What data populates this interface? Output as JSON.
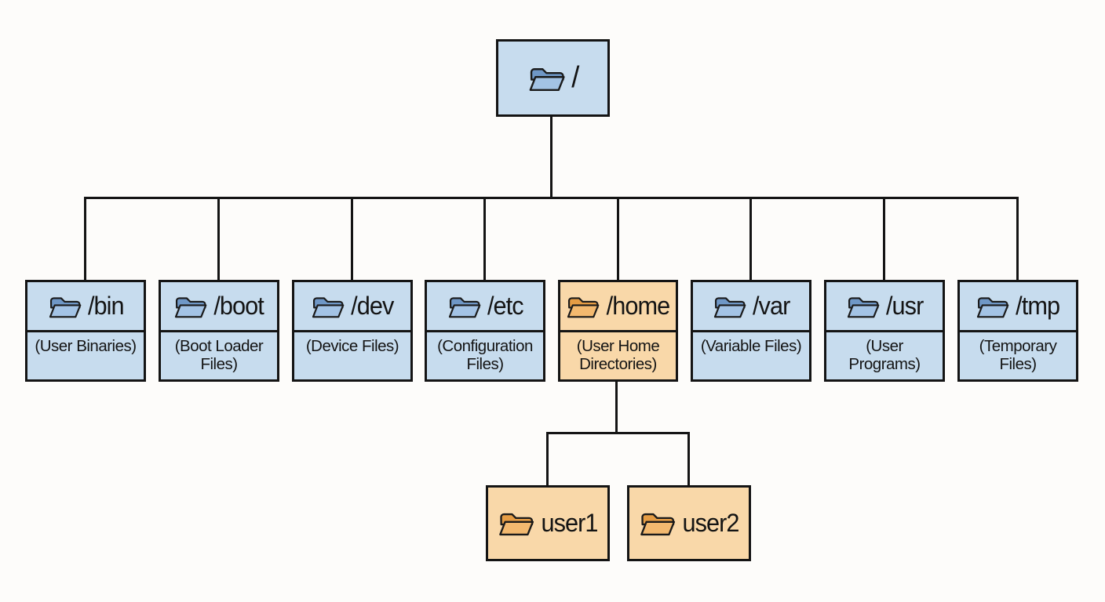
{
  "diagram": {
    "description_style": "linux filesystem hierarchy tree",
    "root": {
      "name": "/",
      "color": "blue"
    },
    "level1": [
      {
        "name": "/bin",
        "desc": "(User Binaries)",
        "color": "blue"
      },
      {
        "name": "/boot",
        "desc": "(Boot Loader\nFiles)",
        "color": "blue"
      },
      {
        "name": "/dev",
        "desc": "(Device Files)",
        "color": "blue"
      },
      {
        "name": "/etc",
        "desc": "(Configuration\nFiles)",
        "color": "blue"
      },
      {
        "name": "/home",
        "desc": "(User Home\nDirectories)",
        "color": "orange"
      },
      {
        "name": "/var",
        "desc": "(Variable Files)",
        "color": "blue"
      },
      {
        "name": "/usr",
        "desc": "(User\nPrograms)",
        "color": "blue"
      },
      {
        "name": "/tmp",
        "desc": "(Temporary\nFiles)",
        "color": "blue"
      }
    ],
    "home_children": [
      {
        "name": "user1",
        "color": "orange"
      },
      {
        "name": "user2",
        "color": "orange"
      }
    ]
  },
  "icons": {
    "node_icon": "folder-open-icon"
  },
  "colors": {
    "background": "#fdfcfa",
    "node_blue": "#c7dcee",
    "node_orange": "#f9d8a9",
    "border": "#141414",
    "text": "#141414",
    "folder_blue_back": "#6f97c6",
    "folder_blue_front": "#a3c3e5",
    "folder_orange_back": "#e59c44",
    "folder_orange_front": "#f3b96f"
  }
}
